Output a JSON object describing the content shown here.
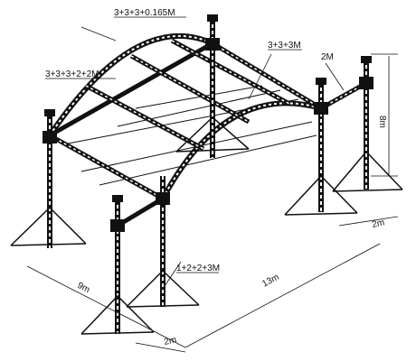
{
  "labels": {
    "arch_top": "3+3+3+0.165M",
    "arch_left": "3+3+3+2+2M",
    "beam_right": "3+3+3M",
    "cantilever": "2M",
    "height": "8m",
    "tower_base": "1+2+2+3M",
    "depth": "9m",
    "length": "13m",
    "wing_front": "2m",
    "wing_right": "2m"
  },
  "colors": {
    "line": "#111111",
    "background": "#ffffff"
  }
}
